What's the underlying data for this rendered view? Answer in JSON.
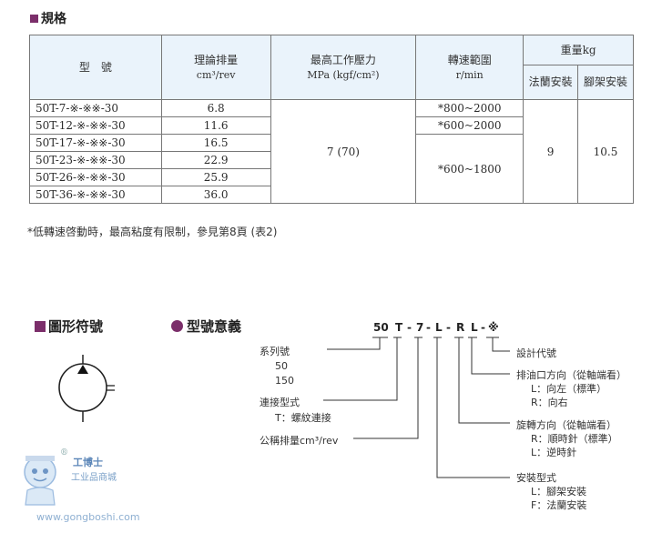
{
  "spec": {
    "heading": "規格",
    "headers": {
      "model": "型　號",
      "displacement": "理論排量",
      "displacement_unit": "cm³/rev",
      "pressure": "最高工作壓力",
      "pressure_unit": "MPa  (kgf/cm²)",
      "speed": "轉速範圍",
      "speed_unit": "r/min",
      "weight": "重量kg",
      "flange": "法蘭安裝",
      "foot": "腳架安裝"
    },
    "rows": [
      {
        "model": "50T-7-※-※※-30",
        "disp": "6.8"
      },
      {
        "model": "50T-12-※-※※-30",
        "disp": "11.6"
      },
      {
        "model": "50T-17-※-※※-30",
        "disp": "16.5"
      },
      {
        "model": "50T-23-※-※※-30",
        "disp": "22.9"
      },
      {
        "model": "50T-26-※-※※-30",
        "disp": "25.9"
      },
      {
        "model": "50T-36-※-※※-30",
        "disp": "36.0"
      }
    ],
    "pressure_value": "7 (70)",
    "speed_ranges": [
      "*800~2000",
      "*600~2000",
      "*600~1800"
    ],
    "weight_flange": "9",
    "weight_foot": "10.5",
    "note": "*低轉速啓動時，最高粘度有限制，參見第8頁 (表2)"
  },
  "symbol": {
    "heading": "圖形符號"
  },
  "code": {
    "heading": "型號意義",
    "parts": [
      "50",
      "T",
      "-",
      "7",
      "-",
      "L",
      "-",
      "R",
      "L",
      "-",
      "※"
    ],
    "labels": {
      "series": "系列號",
      "series_opts": [
        "50",
        "150"
      ],
      "connection": "連接型式",
      "connection_opt": "T：螺紋連接",
      "displacement": "公稱排量cm³/rev",
      "design": "設計代號",
      "port_dir": "排油口方向（從軸端看）",
      "port_opts": [
        "L：向左（標準）",
        "R：向右"
      ],
      "rotation": "旋轉方向（從軸端看）",
      "rotation_opts": [
        "R：順時針（標準）",
        "L：逆時針"
      ],
      "mounting": "安裝型式",
      "mounting_opts": [
        "L：腳架安裝",
        "F：法蘭安裝"
      ]
    }
  },
  "watermark": {
    "brand": "工博士",
    "sub": "工业品商城",
    "url": "www.gongboshi.com",
    "reg": "®"
  },
  "colors": {
    "accent": "#7b2e6a",
    "header_bg": "#eaf3fb"
  }
}
